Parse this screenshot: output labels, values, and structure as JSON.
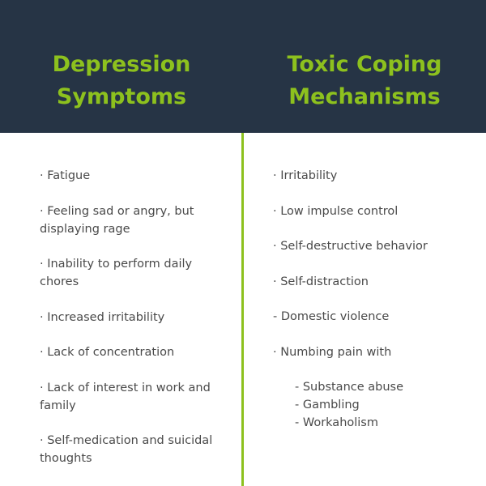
{
  "header": {
    "left_title_line1": "Depression",
    "left_title_line2": "Symptoms",
    "right_title_line1": "Toxic Coping",
    "right_title_line2": "Mechanisms"
  },
  "colors": {
    "header_bg": "#263445",
    "accent": "#8dc11e",
    "text": "#4a4a4a"
  },
  "depression_symptoms": [
    "· Fatigue",
    "· Feeling sad or angry, but displaying rage",
    "· Inability to perform daily chores",
    "· Increased irritability",
    "· Lack of concentration",
    "· Lack of interest in work and family",
    "· Self-medication and suicidal thoughts"
  ],
  "toxic_coping": {
    "items": [
      "· Irritability",
      "· Low impulse control",
      "· Self-destructive behavior",
      "· Self-distraction",
      "- Domestic violence",
      "· Numbing pain with"
    ],
    "numbing_subitems": [
      "- Substance abuse",
      "- Gambling",
      "- Workaholism"
    ]
  }
}
